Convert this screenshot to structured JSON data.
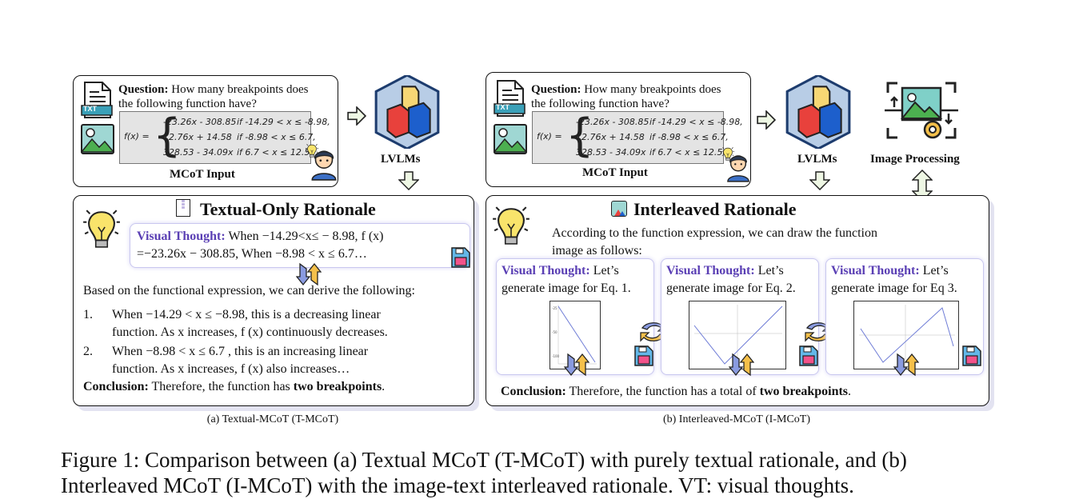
{
  "panel_a": {
    "question_label": "Question:",
    "question_line1": "How many breakpoints does",
    "question_line2": "the following function have?",
    "file_label": "TXT",
    "formula": {
      "lhs": "f(x) =",
      "rows": [
        {
          "expr": "-23.26x - 308.85",
          "cond": "if -14.29 < x ≤ -8.98,"
        },
        {
          "expr": "12.76x + 14.58",
          "cond": "if -8.98 < x ≤ 6.7,"
        },
        {
          "expr": "328.53 - 34.09x",
          "cond": "if 6.7 < x ≤ 12.56,"
        }
      ]
    },
    "input_label": "MCoT Input",
    "model_label": "LVLMs",
    "rationale_title": "Textual-Only Rationale",
    "vt_label": "Visual Thought:",
    "vt_line1": "When −14.29<x≤ − 8.98, f (x)",
    "vt_line2": "=−23.26x − 308.85, When −8.98 < x ≤ 6.7…",
    "derive_text": "Based on the functional expression, we can derive the following:",
    "items": [
      {
        "num": "1.",
        "line1": "When −14.29 < x ≤ −8.98, this is a decreasing linear",
        "line2": "function. As x increases, f (x) continuously decreases."
      },
      {
        "num": "2.",
        "line1": "When −8.98 < x ≤ 6.7 , this is an increasing linear",
        "line2": "function. As x increases, f (x) also increases…"
      }
    ],
    "conclusion_label": "Conclusion:",
    "conclusion_text": "Therefore, the function has",
    "conclusion_bold": "two breakpoints",
    "conclusion_end": ".",
    "caption": "(a) Textual-MCoT (T-MCoT)"
  },
  "panel_b": {
    "question_label": "Question:",
    "question_line1": "How many breakpoints does",
    "question_line2": "the following function have?",
    "file_label": "TXT",
    "input_label": "MCoT Input",
    "model_label": "LVLMs",
    "tool_label": "Image Processing",
    "rationale_title": "Interleaved Rationale",
    "intro_line1": "According to the function expression, we can draw the function",
    "intro_line2": "image as follows:",
    "cards": [
      {
        "label": "Visual Thought:",
        "rest": "Let’s",
        "line2": "generate image for Eq. 1."
      },
      {
        "label": "Visual Thought:",
        "rest": "Let’s",
        "line2": "generate image for Eq. 2."
      },
      {
        "label": "Visual Thought:",
        "rest": "Let’s",
        "line2": "generate image for Eq 3."
      }
    ],
    "conclusion_label": "Conclusion:",
    "conclusion_text": "Therefore, the function has a total of",
    "conclusion_bold": "two breakpoints",
    "conclusion_end": ".",
    "caption": "(b) Interleaved-MCoT (I-MCoT)"
  },
  "figure_caption_line1": "Figure 1: Comparison between (a) Textual MCoT (T-MCoT) with purely textual rationale, and (b)",
  "figure_caption_line2": "Interleaved MCoT (I-MCoT) with the image-text interleaved rationale. VT: visual thoughts.",
  "colors": {
    "accent": "#5a3fb4",
    "arrow_green": "#eef7e4",
    "cube_red": "#e8413c",
    "cube_blue": "#1d5fcc",
    "cube_yellow": "#f7d774",
    "hex_bg": "#b8cde6"
  }
}
